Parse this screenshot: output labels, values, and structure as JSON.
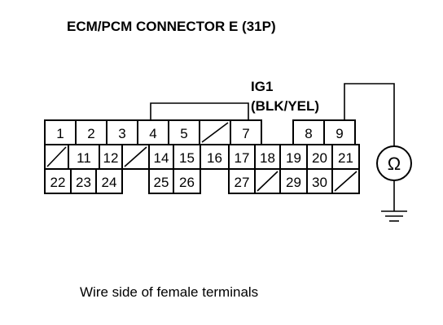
{
  "title": "ECM/PCM CONNECTOR E (31P)",
  "wire": {
    "name": "IG1",
    "color": "(BLK/YEL)"
  },
  "caption": "Wire side of female terminals",
  "meter_symbol": "Ω",
  "connector": {
    "rows": [
      [
        "1",
        "2",
        "3",
        "4",
        "5",
        "",
        "7",
        null,
        "8",
        "9"
      ],
      [
        "",
        "11",
        "12",
        "",
        "14",
        "15",
        "16",
        "17",
        "18",
        "19",
        "20",
        "21"
      ],
      [
        "22",
        "23",
        "24",
        null,
        "25",
        "26",
        null,
        "27",
        "",
        "29",
        "30",
        ""
      ]
    ]
  },
  "icons": {
    "meter": "ohmmeter-icon",
    "ground": "ground-icon"
  }
}
